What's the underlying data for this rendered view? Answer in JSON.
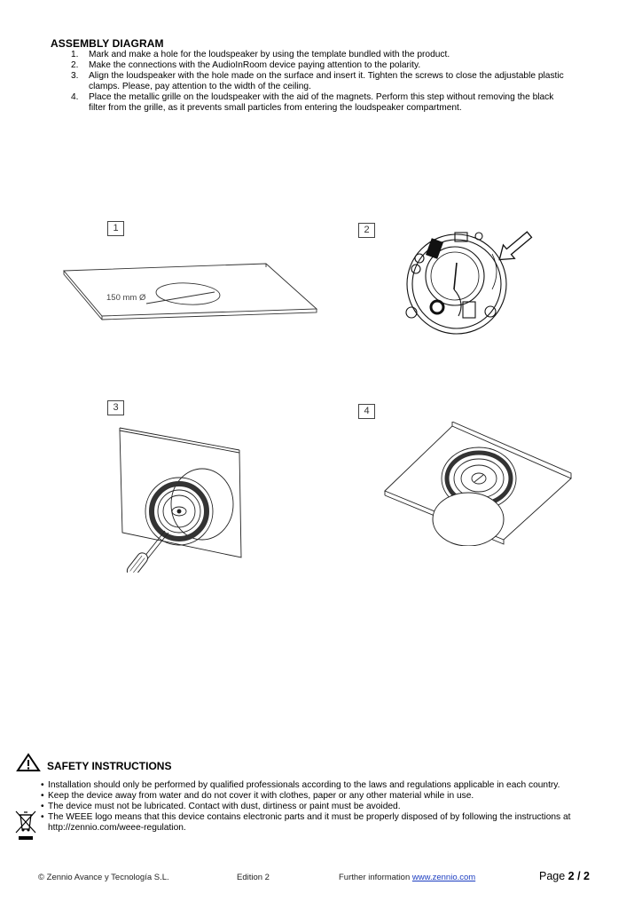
{
  "assembly": {
    "title": "ASSEMBLY DIAGRAM",
    "steps": [
      {
        "num": "1.",
        "lines": [
          "Mark and make a hole for the loudspeaker by using the template bundled with the product."
        ]
      },
      {
        "num": "2.",
        "lines": [
          "Make the connections with the AudioInRoom device paying attention to the polarity."
        ]
      },
      {
        "num": "3.",
        "lines": [
          "Align the loudspeaker with the hole made on the surface and insert it. Tighten the screws to close the adjustable plastic",
          "clamps. Please, pay attention to the width of the ceiling."
        ]
      },
      {
        "num": "4.",
        "lines": [
          "Place the metallic grille on the loudspeaker with the aid of the magnets. Perform this step without removing the black",
          "filter from the grille, as it prevents small particles from entering the loudspeaker compartment."
        ]
      }
    ]
  },
  "figures": [
    {
      "label": "1",
      "annotation": "150 mm Ø",
      "icon": "ceiling-hole-illustration"
    },
    {
      "label": "2",
      "icon": "speaker-connections-illustration"
    },
    {
      "label": "3",
      "icon": "speaker-insert-screwdriver-illustration"
    },
    {
      "label": "4",
      "icon": "grille-magnet-illustration"
    }
  ],
  "safety": {
    "title": "SAFETY INSTRUCTIONS",
    "items": [
      "Installation should only be performed by qualified professionals according to the laws and regulations applicable in each country.",
      "Keep the device away from water and do not cover it with clothes, paper or any other material while in use.",
      "The device must not be lubricated. Contact with dust, dirtiness or paint must be avoided.",
      "The WEEE logo means that this device contains electronic parts and it must be properly disposed of by following the instructions at",
      "http://zennio.com/weee-regulation."
    ],
    "bullet": "•"
  },
  "footer": {
    "company": "© Zennio Avance y Tecnología S.L.",
    "edition": "Edition 2",
    "further_label": "Further information ",
    "further_link": "www.zennio.com",
    "page_prefix": "Page ",
    "page_current": "2",
    "page_sep": " / ",
    "page_total": "2"
  }
}
